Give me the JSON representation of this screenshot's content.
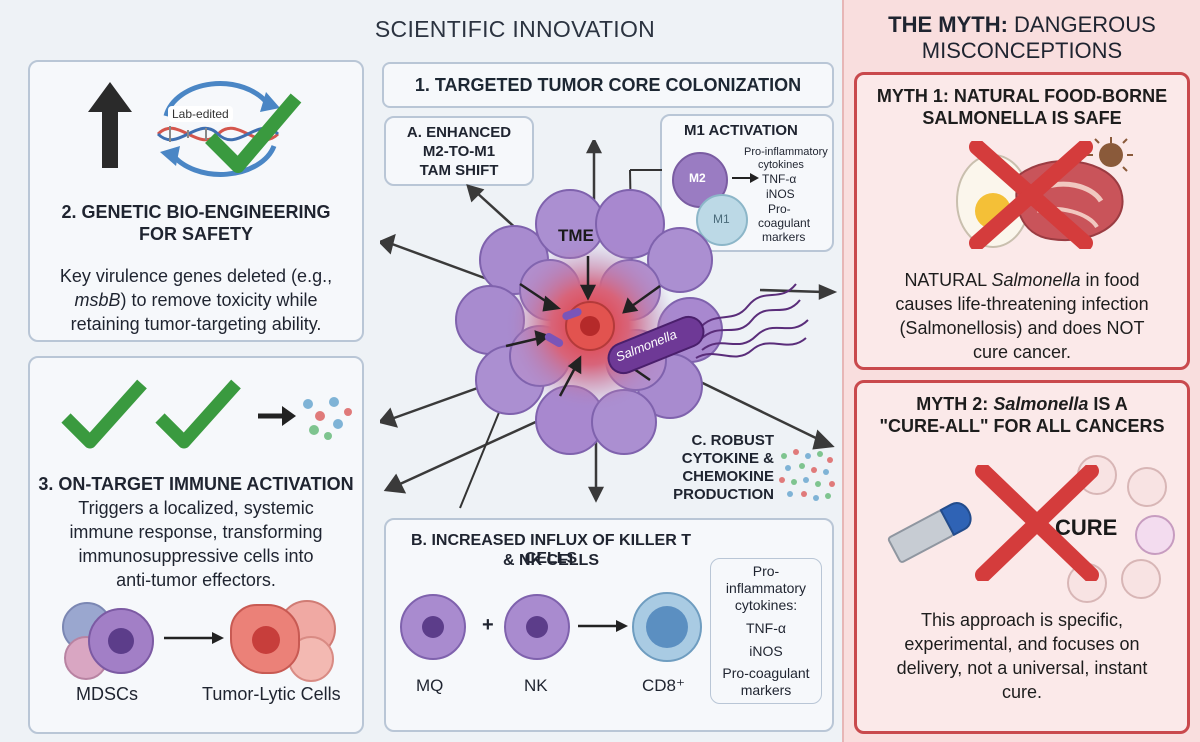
{
  "header": {
    "title": "SCIENTIFIC INNOVATION"
  },
  "section1": {
    "title": "1. TARGETED TUMOR CORE COLONIZATION"
  },
  "subA": {
    "line1": "A. ENHANCED",
    "line2": "M2-TO-M1",
    "line3": "TAM SHIFT"
  },
  "m1_box": {
    "title": "M1 ACTIVATION",
    "m2_label": "M2",
    "m1_label": "M1",
    "items": [
      "Pro-inflammatory",
      "cytokines",
      "TNF-α",
      "iNOS",
      "Pro-",
      "coagulant",
      "markers"
    ]
  },
  "tumor": {
    "tme_label": "TME",
    "bacteria_label": "Salmonella"
  },
  "panel2": {
    "badge": "Lab-edited",
    "title_line1": "2. GENETIC BIO-ENGINEERING",
    "title_line2": "FOR SAFETY",
    "body_line1": "Key virulence genes deleted (e.g.,",
    "body_gene": "msbB",
    "body_line2_rest": ") to remove toxicity while",
    "body_line3": "retaining tumor-targeting ability."
  },
  "panel3": {
    "title": "3. ON-TARGET IMMUNE ACTIVATION",
    "body_line1": "Triggers a localized, systemic",
    "body_line2": "immune response, transforming",
    "body_line3": "immunosuppressive cells into",
    "body_line4": "anti-tumor effectors.",
    "left_label": "MDSCs",
    "right_label": "Tumor-Lytic Cells"
  },
  "subC": {
    "line1": "C. ROBUST",
    "line2": "CYTOKINE &",
    "line3": "CHEMOKINE",
    "line4": "PRODUCTION"
  },
  "panelB": {
    "title_line1": "B. INCREASED INFLUX OF KILLER T CELLS",
    "title_line2": "& NK CELLS",
    "plus": "+",
    "cell1": "MQ",
    "cell2": "NK",
    "cell3": "CD8⁺",
    "side": [
      "Pro-",
      "inflammatory",
      "cytokines:",
      "TNF-α",
      "iNOS",
      "Pro-coagulant",
      "markers"
    ]
  },
  "myth": {
    "header_bold": "THE MYTH:",
    "header_rest": " DANGEROUS",
    "header_line2": "MISCONCEPTIONS",
    "m1": {
      "title_line1": "MYTH 1: NATURAL FOOD-BORNE",
      "title_line2": "SALMONELLA IS SAFE",
      "body_pre": "NATURAL ",
      "body_italic": "Salmonella",
      "body_post": " in food",
      "body_line2": "causes life-threatening infection",
      "body_line3": "(Salmonellosis) and does NOT",
      "body_line4": "cure cancer."
    },
    "m2": {
      "title_pre": "MYTH 2: ",
      "title_italic": "Salmonella",
      "title_post": " IS A",
      "title_line2": "\"CURE-ALL\" FOR ALL CANCERS",
      "cure_label": "CURE",
      "body_line1": "This approach is specific,",
      "body_line2": "experimental, and focuses on",
      "body_line3": "delivery, not a universal, instant",
      "body_line4": "cure."
    }
  },
  "colors": {
    "accent_red": "#c9494d",
    "panel_border": "#b9c6d6",
    "check_green": "#3a9a3f",
    "cell_purple": "#8f6bb8"
  }
}
